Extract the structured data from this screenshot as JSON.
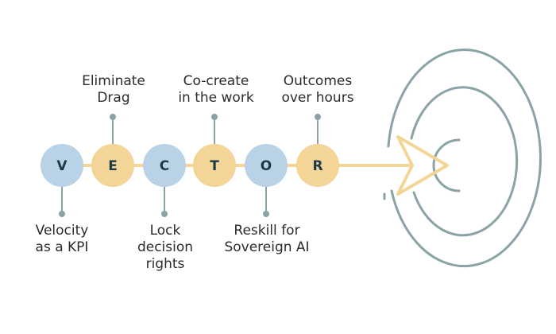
{
  "letters": [
    {
      "letter": "V",
      "label_lines": [
        "Velocity",
        "as a KPI"
      ],
      "label_position": "below",
      "fill": "#b9d2e6"
    },
    {
      "letter": "E",
      "label_lines": [
        "Eliminate",
        "Drag"
      ],
      "label_position": "above",
      "fill": "#f2d597"
    },
    {
      "letter": "C",
      "label_lines": [
        "Lock",
        "decision",
        "rights"
      ],
      "label_position": "below",
      "fill": "#b9d2e6"
    },
    {
      "letter": "T",
      "label_lines": [
        "Co-create",
        "in the work"
      ],
      "label_position": "above",
      "fill": "#f2d597"
    },
    {
      "letter": "O",
      "label_lines": [
        "Reskill for",
        "Sovereign AI"
      ],
      "label_position": "below",
      "fill": "#b9d2e6"
    },
    {
      "letter": "R",
      "label_lines": [
        "Outcomes",
        "over hours"
      ],
      "label_position": "above",
      "fill": "#f2d597"
    }
  ],
  "colors": {
    "blue": "#b9d2e6",
    "gold": "#f2d597",
    "connector": "#f2d597",
    "stem": "#8aa3a6",
    "target": "#8aa3a6",
    "letter_text": "#1f3a45"
  },
  "icons": [
    "arrow-icon",
    "target-icon"
  ]
}
